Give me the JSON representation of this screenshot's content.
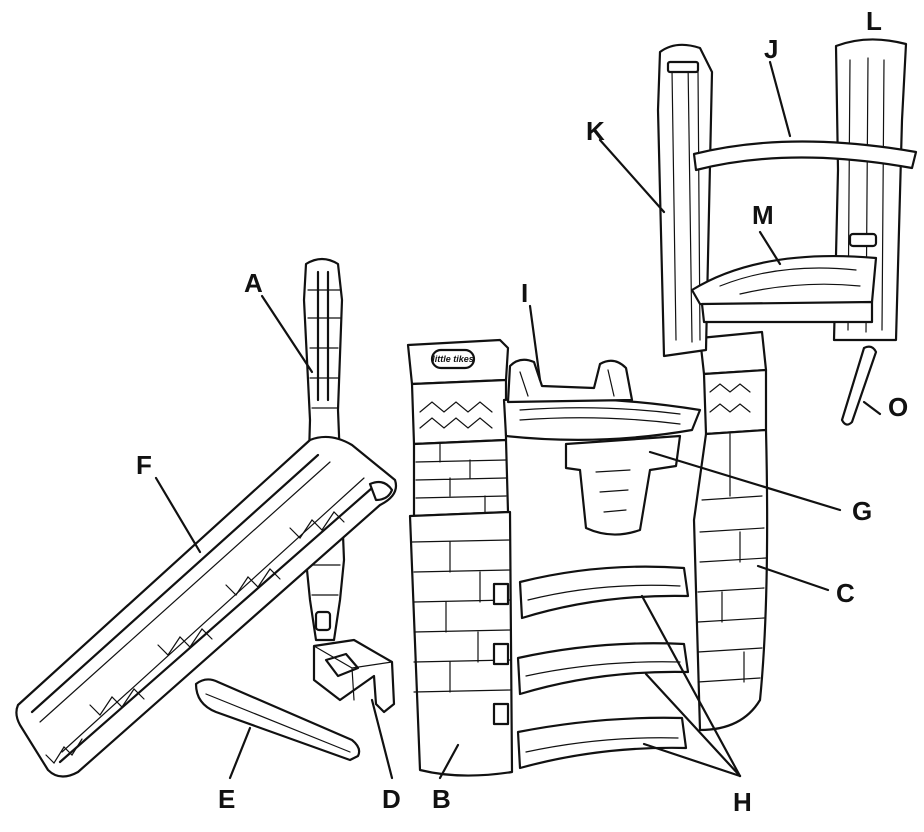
{
  "diagram": {
    "brand_text": "little tikes",
    "labels": {
      "A": "A",
      "B": "B",
      "C": "C",
      "D": "D",
      "E": "E",
      "F": "F",
      "G": "G",
      "H": "H",
      "I": "I",
      "J": "J",
      "K": "K",
      "L": "L",
      "M": "M",
      "O": "O"
    }
  }
}
